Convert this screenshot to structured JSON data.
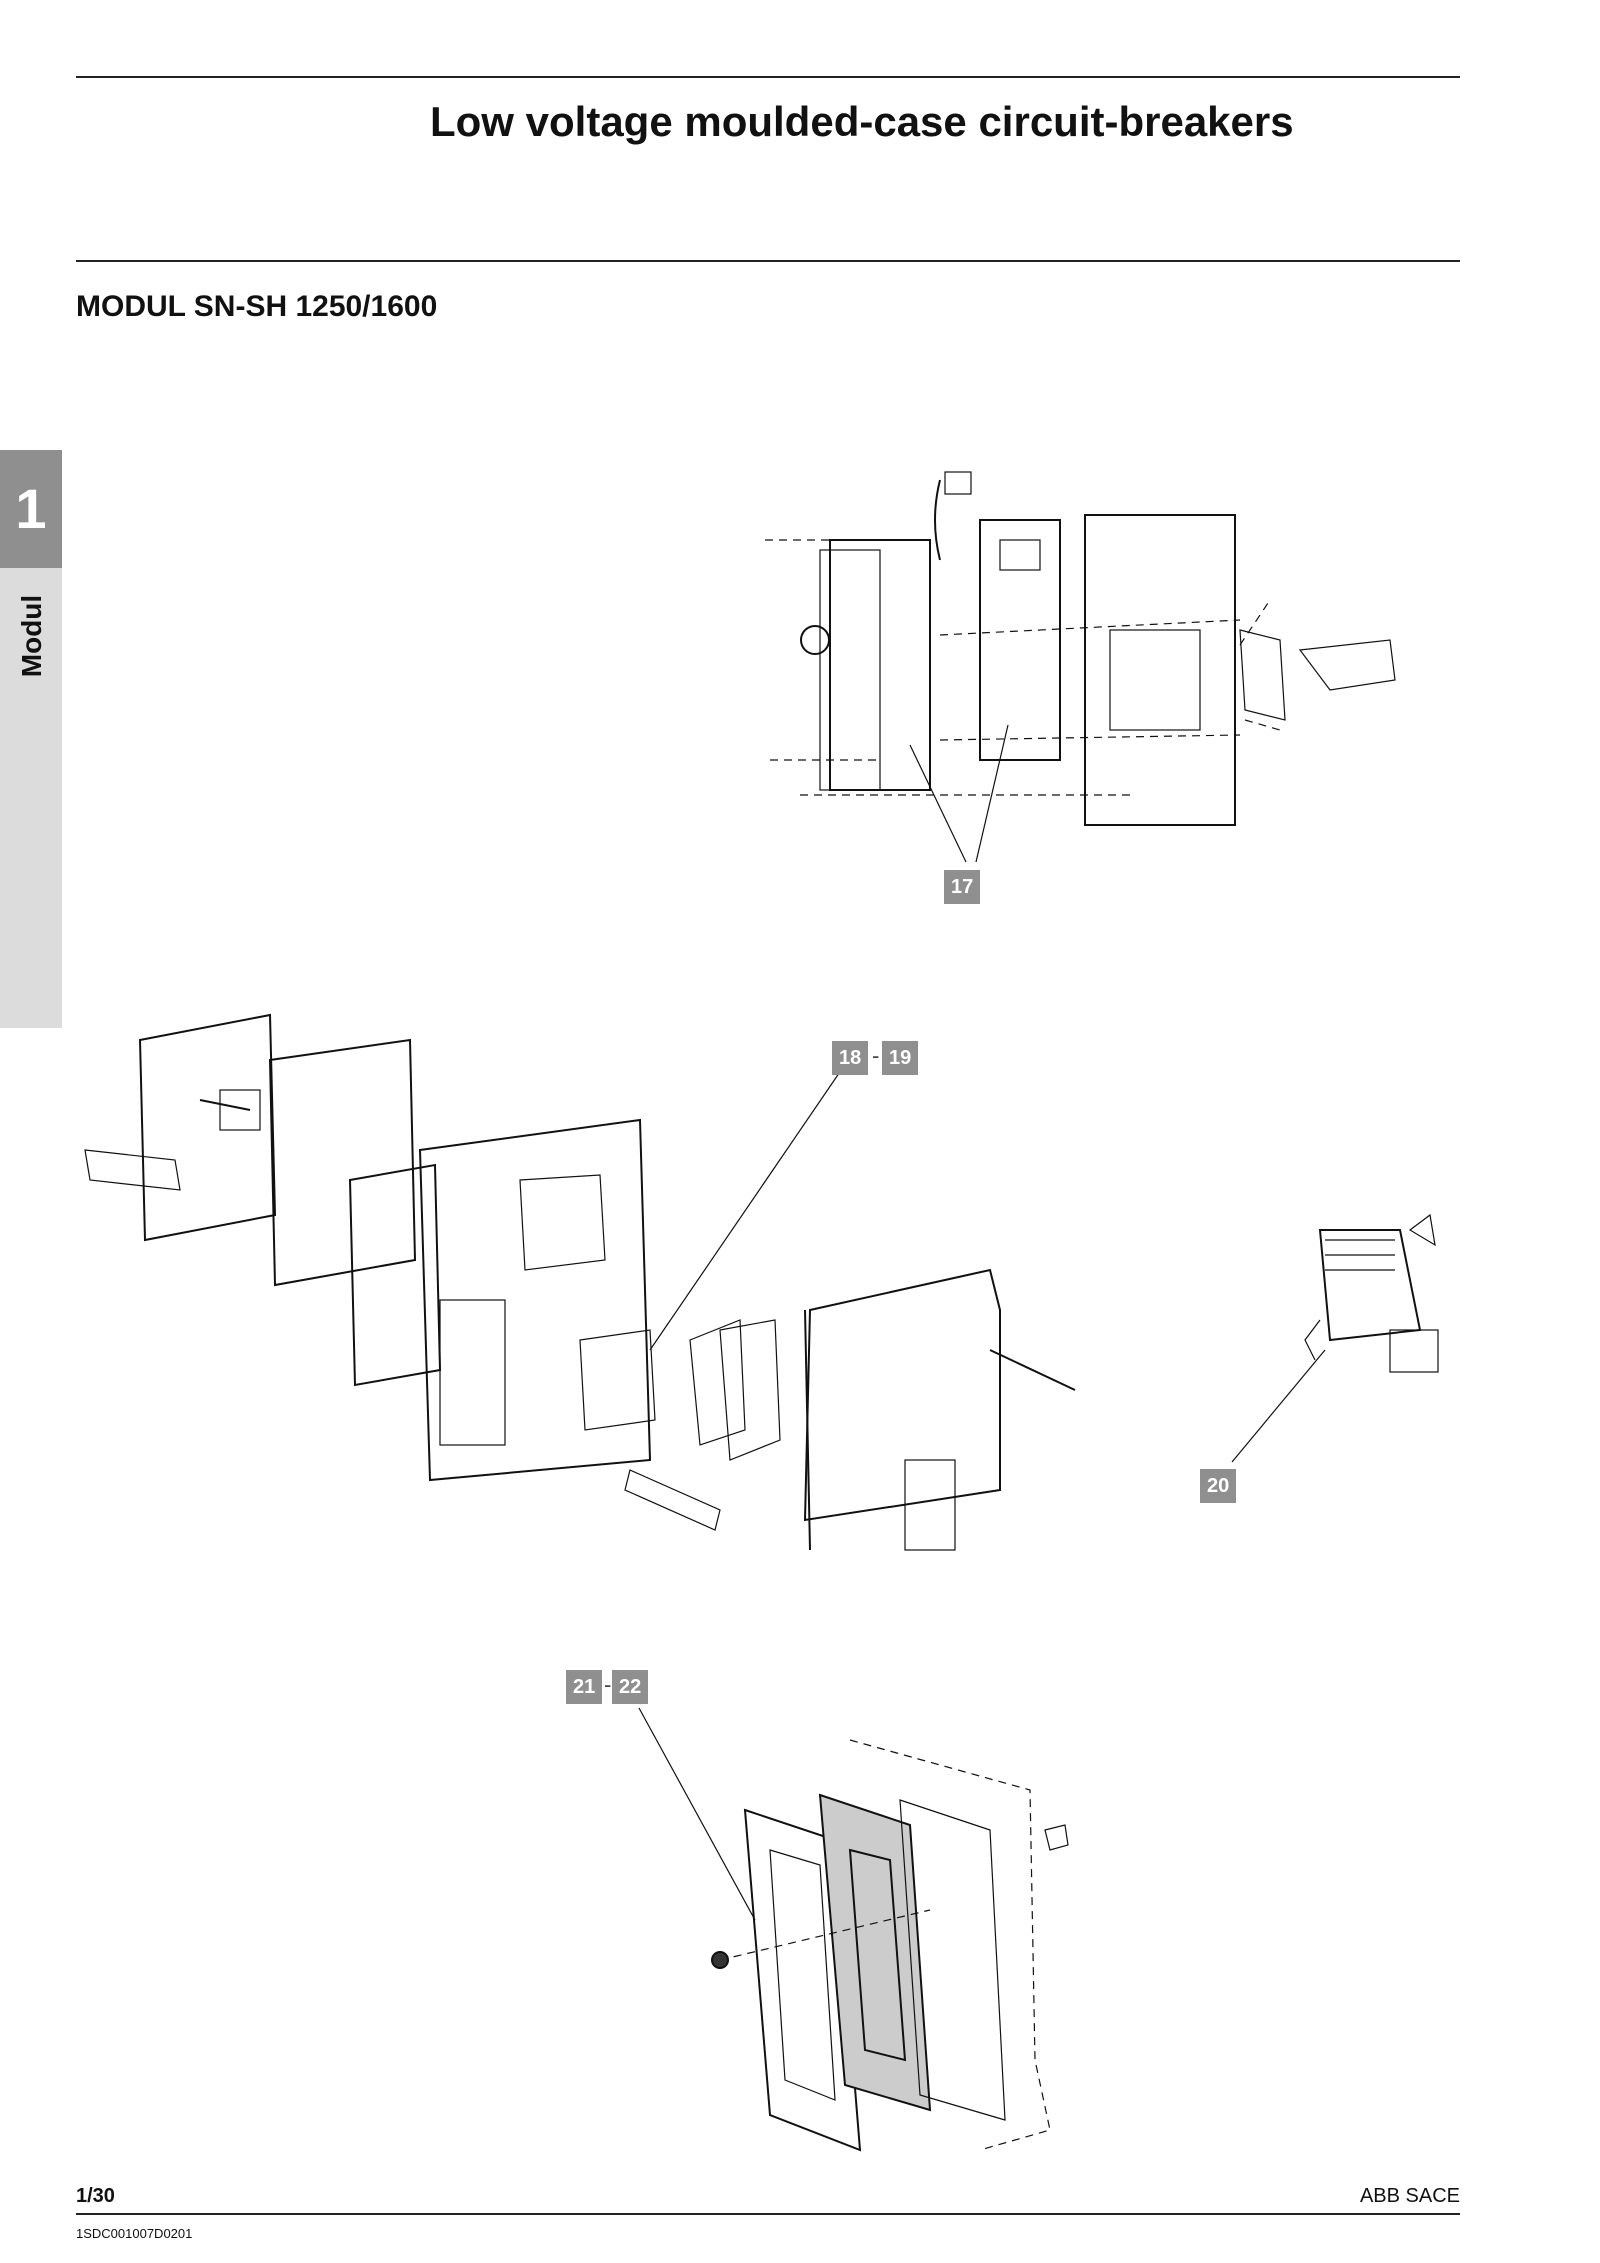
{
  "header": {
    "title": "Low voltage moulded-case circuit-breakers"
  },
  "section": {
    "title": "MODUL SN-SH 1250/1600"
  },
  "sidebar": {
    "chapter": "1",
    "label": "Modul"
  },
  "figures": {
    "callout_17": "17",
    "callout_18": "18",
    "callout_19": "19",
    "callout_20": "20",
    "callout_21": "21",
    "callout_22": "22"
  },
  "footer": {
    "page": "1/30",
    "brand": "ABB SACE",
    "code": "1SDC001007D0201"
  }
}
